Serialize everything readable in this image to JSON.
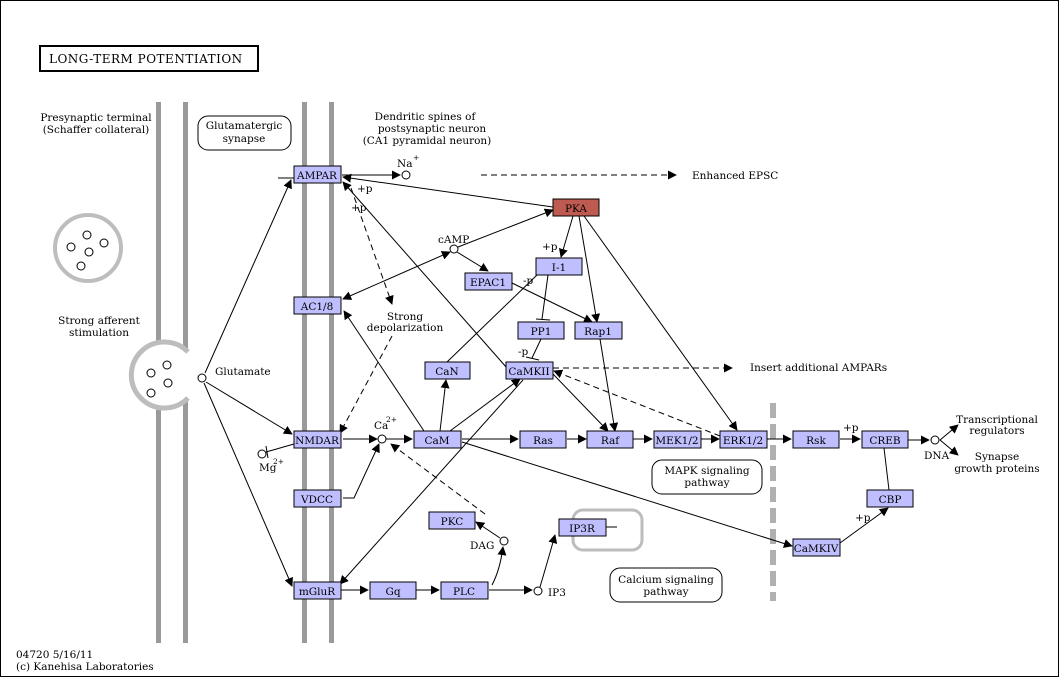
{
  "title": "LONG-TERM POTENTIATION",
  "colors": {
    "gene_fill": "#bfbfff",
    "highlight_fill": "#bf5a50",
    "membrane": "#9a9a9a",
    "background": "#ffffff"
  },
  "labels": {
    "presynaptic_line1": "Presynaptic terminal",
    "presynaptic_line2": "(Schaffer collateral)",
    "glutamatergic_line1": "Glutamatergic",
    "glutamatergic_line2": "synapse",
    "dendritic_line1": "Dendritic spines of",
    "dendritic_line2": "postsynaptic neuron",
    "dendritic_line3": "(CA1 pyramidal neuron)",
    "strong_afferent_line1": "Strong afferent",
    "strong_afferent_line2": "stimulation",
    "glutamate": "Glutamate",
    "na": "Na",
    "na_sup": "+",
    "enhanced_epsc": "Enhanced EPSC",
    "camp": "cAMP",
    "strong_depol_line1": "Strong",
    "strong_depol_line2": "depolarization",
    "insert_ampars": "Insert additional AMPARs",
    "ca": "Ca",
    "ca_sup": "2+",
    "mg": "Mg",
    "mg_sup": "2+",
    "transcriptional_line1": "Transcriptional",
    "transcriptional_line2": "regulators",
    "synapse_line1": "Synapse",
    "synapse_line2": "growth proteins",
    "dna": "DNA",
    "dag": "DAG",
    "ip3": "IP3",
    "plus_p": "+p",
    "minus_p": "-p",
    "footer_line1": "04720 5/16/11",
    "footer_line2": "(c) Kanehisa Laboratories"
  },
  "pathway_links": {
    "mapk_line1": "MAPK signaling",
    "mapk_line2": "pathway",
    "calcium_line1": "Calcium signaling",
    "calcium_line2": "pathway"
  },
  "genes": {
    "ampar": "AMPAR",
    "pka": "PKA",
    "i1": "I-1",
    "epac1": "EPAC1",
    "ac18": "AC1/8",
    "pp1": "PP1",
    "rap1": "Rap1",
    "can": "CaN",
    "camkii": "CaMKII",
    "nmdar": "NMDAR",
    "cam": "CaM",
    "ras": "Ras",
    "raf": "Raf",
    "mek12": "MEK1/2",
    "erk12": "ERK1/2",
    "rsk": "Rsk",
    "creb": "CREB",
    "vdcc": "VDCC",
    "pkc": "PKC",
    "ip3r": "IP3R",
    "camkiv": "CaMKIV",
    "cbp": "CBP",
    "mglur": "mGluR",
    "gq": "Gq",
    "plc": "PLC"
  }
}
